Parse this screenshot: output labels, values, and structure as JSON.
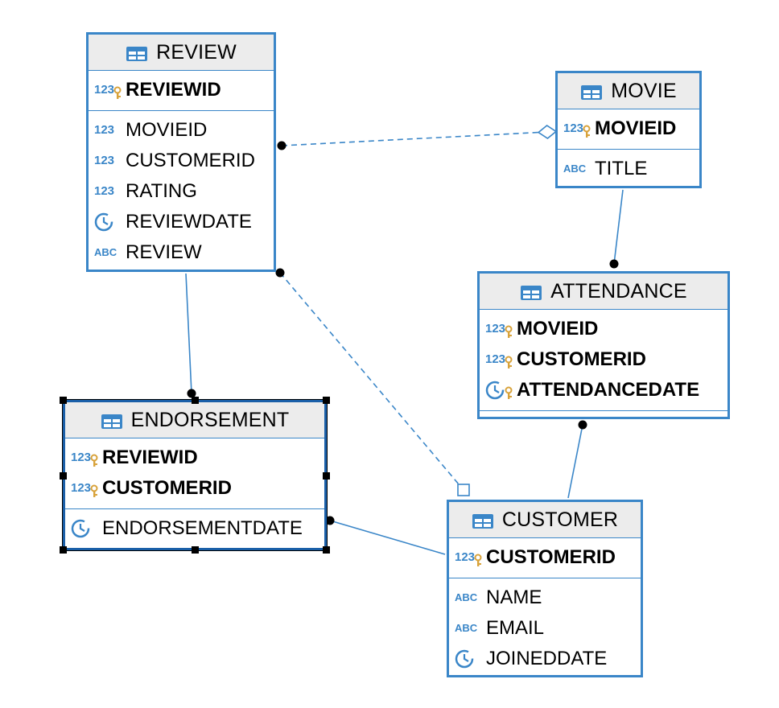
{
  "entities": {
    "review": {
      "name": "REVIEW",
      "keys": [
        {
          "label": "REVIEWID",
          "icon": "number-key-icon"
        }
      ],
      "attrs": [
        {
          "label": "MOVIEID",
          "icon": "number-icon"
        },
        {
          "label": "CUSTOMERID",
          "icon": "number-icon"
        },
        {
          "label": "RATING",
          "icon": "number-icon"
        },
        {
          "label": "REVIEWDATE",
          "icon": "clock-icon"
        },
        {
          "label": "REVIEW",
          "icon": "text-icon"
        }
      ]
    },
    "movie": {
      "name": "MOVIE",
      "keys": [
        {
          "label": "MOVIEID",
          "icon": "number-key-icon"
        }
      ],
      "attrs": [
        {
          "label": "TITLE",
          "icon": "text-icon"
        }
      ]
    },
    "attendance": {
      "name": "ATTENDANCE",
      "keys": [
        {
          "label": "MOVIEID",
          "icon": "number-key-icon"
        },
        {
          "label": "CUSTOMERID",
          "icon": "number-key-icon"
        },
        {
          "label": "ATTENDANCEDATE",
          "icon": "clock-key-icon"
        }
      ],
      "attrs": []
    },
    "endorsement": {
      "name": "ENDORSEMENT",
      "keys": [
        {
          "label": "REVIEWID",
          "icon": "number-key-icon"
        },
        {
          "label": "CUSTOMERID",
          "icon": "number-key-icon"
        }
      ],
      "attrs": [
        {
          "label": "ENDORSEMENTDATE",
          "icon": "clock-icon"
        }
      ]
    },
    "customer": {
      "name": "CUSTOMER",
      "keys": [
        {
          "label": "CUSTOMERID",
          "icon": "number-key-icon"
        }
      ],
      "attrs": [
        {
          "label": "NAME",
          "icon": "text-icon"
        },
        {
          "label": "EMAIL",
          "icon": "text-icon"
        },
        {
          "label": "JOINEDDATE",
          "icon": "clock-icon"
        }
      ]
    }
  },
  "relationships": [
    {
      "from": "review",
      "to": "movie",
      "style": "dashed",
      "from_end": "dot",
      "to_end": "diamond"
    },
    {
      "from": "review",
      "to": "customer",
      "style": "dashed",
      "from_end": "dot",
      "to_end": "square"
    },
    {
      "from": "review",
      "to": "endorsement",
      "style": "solid",
      "from_end": "none",
      "to_end": "dot"
    },
    {
      "from": "movie",
      "to": "attendance",
      "style": "solid",
      "from_end": "none",
      "to_end": "dot"
    },
    {
      "from": "customer",
      "to": "attendance",
      "style": "solid",
      "from_end": "none",
      "to_end": "dot"
    },
    {
      "from": "customer",
      "to": "endorsement",
      "style": "solid",
      "from_end": "none",
      "to_end": "dot"
    }
  ],
  "colors": {
    "accent": "#3a86c8",
    "header_bg": "#ececec",
    "key_icon": "#d8a23a"
  },
  "selected_entity": "endorsement"
}
